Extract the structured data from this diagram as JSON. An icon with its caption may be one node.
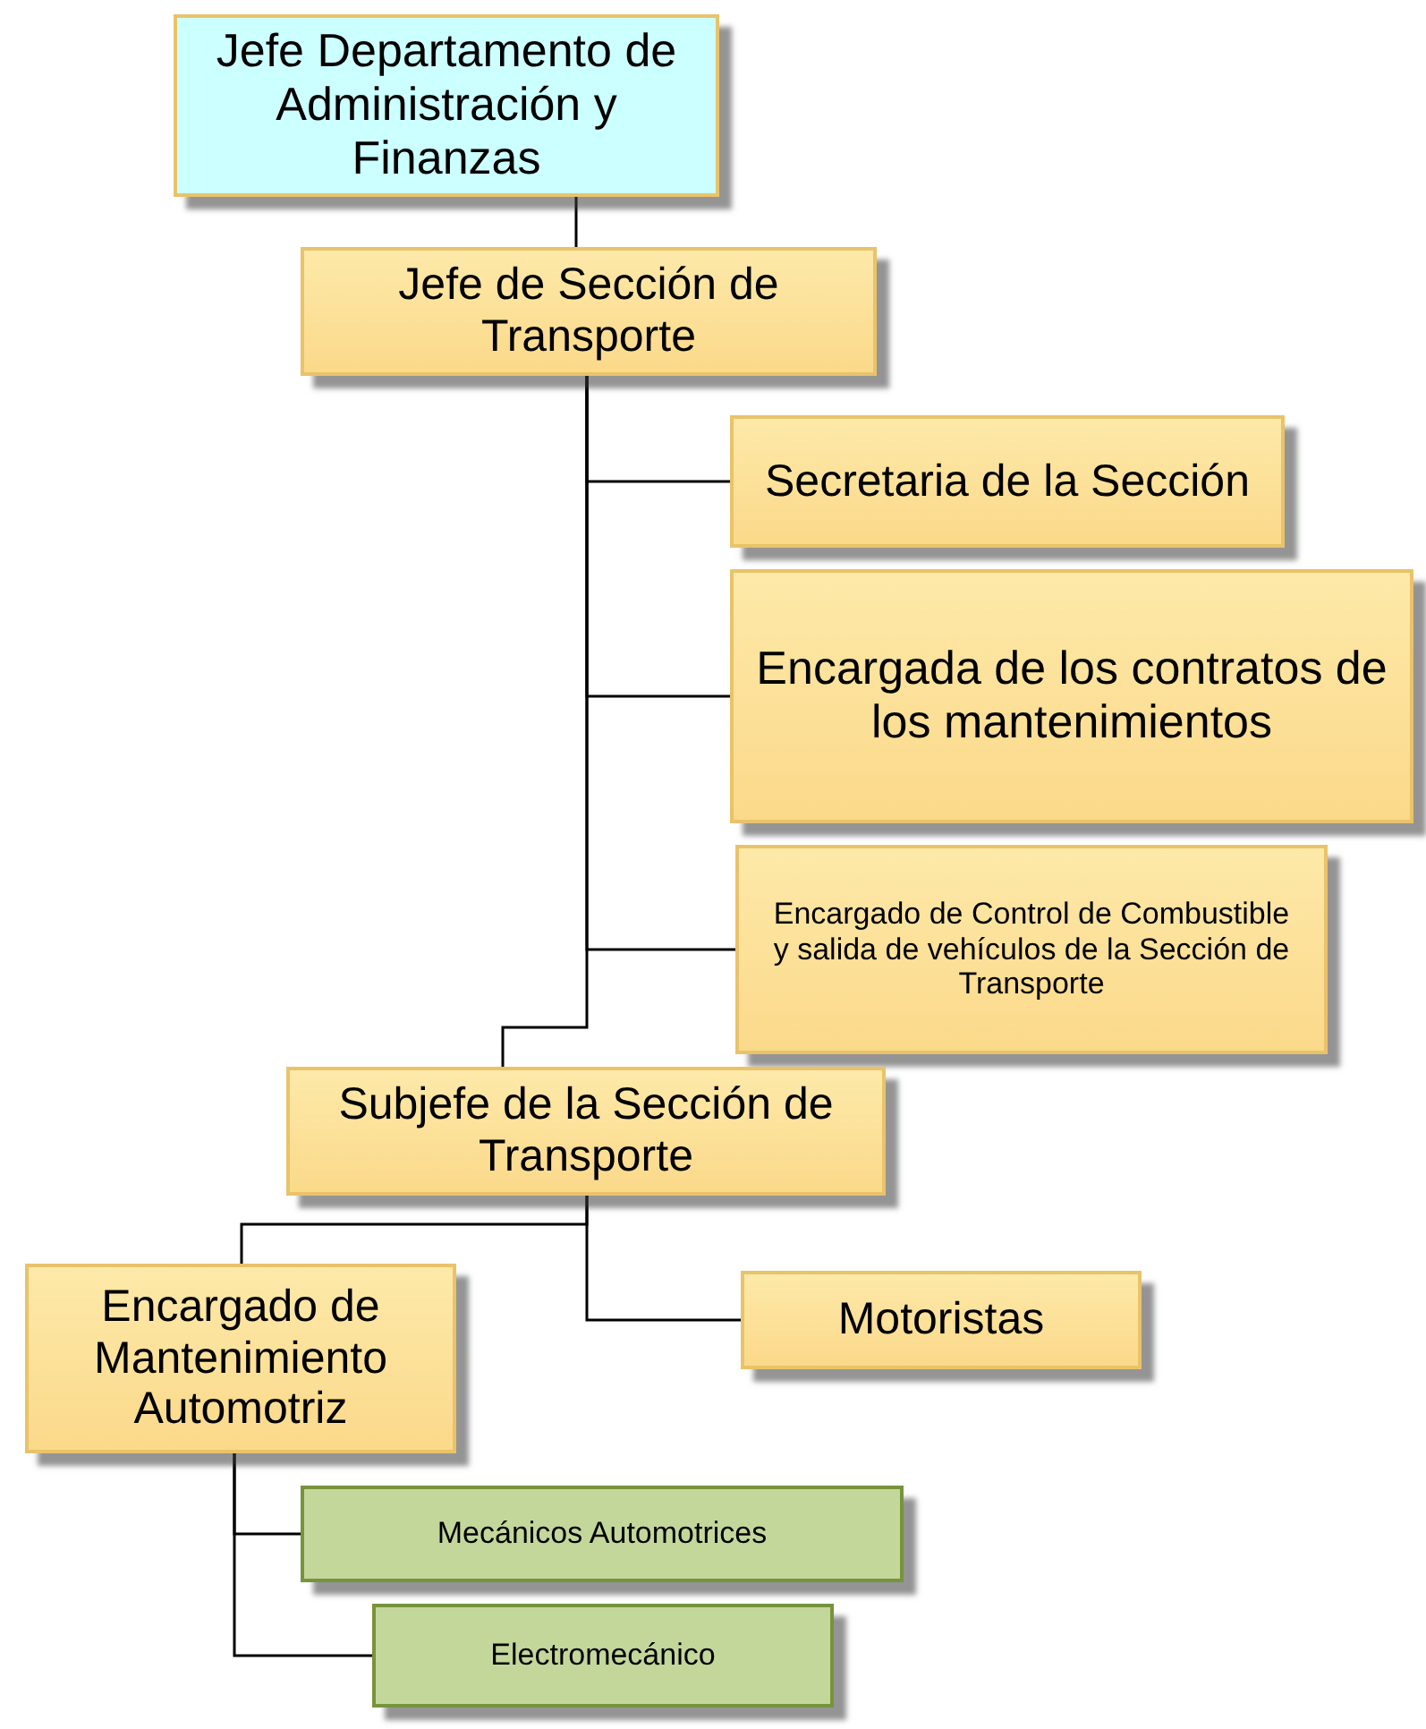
{
  "diagram": {
    "nodes": [
      {
        "text": [
          "Jefe Departamento de Administración y Finanzas"
        ]
      },
      {
        "text": [
          "Jefe de Sección de Transporte"
        ]
      },
      {
        "text": [
          "Secretaria de la Sección"
        ]
      },
      {
        "text": [
          "Encargada de los contratos de los mantenimientos"
        ]
      },
      {
        "text": [
          "Encargado de Control de Combustible y salida de vehículos de la Sección de Transporte"
        ]
      },
      {
        "text": [
          "Subjefe de la Sección de Transporte"
        ]
      },
      {
        "text": [
          "Encargado de Mantenimiento Automotriz"
        ]
      },
      {
        "text": [
          "Motoristas"
        ]
      },
      {
        "text": [
          "Mecánicos Automotrices"
        ]
      },
      {
        "text": [
          "Electromecánico"
        ]
      }
    ],
    "edges": [
      {
        "from": 0,
        "to": 1,
        "arrow": "none"
      },
      {
        "from": 1,
        "to": 2,
        "arrow": "none"
      },
      {
        "from": 1,
        "to": 3,
        "arrow": "none"
      },
      {
        "from": 1,
        "to": 4,
        "arrow": "none"
      },
      {
        "from": 1,
        "to": 5,
        "arrow": "none"
      },
      {
        "from": 5,
        "to": 6,
        "arrow": "none"
      },
      {
        "from": 5,
        "to": 7,
        "arrow": "none"
      },
      {
        "from": 6,
        "to": 8,
        "arrow": "none"
      },
      {
        "from": 6,
        "to": 9,
        "arrow": "none"
      }
    ]
  }
}
